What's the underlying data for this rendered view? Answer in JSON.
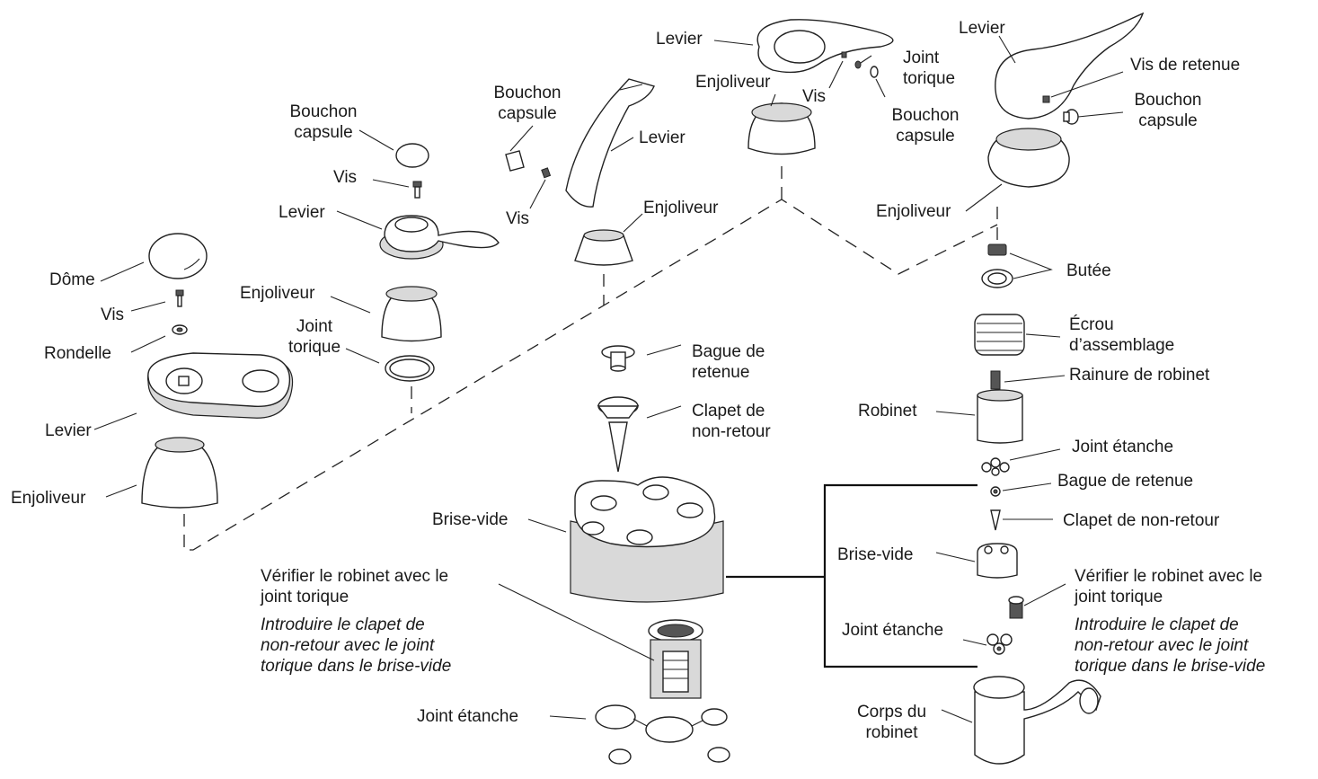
{
  "labels": {
    "dome": "Dôme",
    "a_vis": "Vis",
    "a_rondelle": "Rondelle",
    "a_levier": "Levier",
    "a_enjoliveur": "Enjoliveur",
    "b_bouchon_1": "Bouchon",
    "b_bouchon_2": "capsule",
    "b_vis": "Vis",
    "b_levier": "Levier",
    "b_enjoliveur": "Enjoliveur",
    "b_joint_1": "Joint",
    "b_joint_2": "torique",
    "c_bouchon_1": "Bouchon",
    "c_bouchon_2": "capsule",
    "c_vis": "Vis",
    "c_levier": "Levier",
    "c_enjoliveur": "Enjoliveur",
    "d_levier": "Levier",
    "d_enjoliveur": "Enjoliveur",
    "d_vis": "Vis",
    "d_joint_1": "Joint",
    "d_joint_2": "torique",
    "d_bouchon_1": "Bouchon",
    "d_bouchon_2": "capsule",
    "e_levier": "Levier",
    "e_vis_retenue": "Vis de retenue",
    "e_bouchon_1": "Bouchon",
    "e_bouchon_2": "capsule",
    "e_enjoliveur": "Enjoliveur",
    "butee": "Butée",
    "ecrou_1": "Écrou",
    "ecrou_2": "d’assemblage",
    "rainure": "Rainure de robinet",
    "robinet": "Robinet",
    "r_joint_etanche": "Joint étanche",
    "r_bague": "Bague de retenue",
    "r_clapet": "Clapet de non-retour",
    "r_brise_vide": "Brise-vide",
    "r_verifier_1": "Vérifier le robinet avec le",
    "r_verifier_2": "joint torique",
    "r_introduire_1": "Introduire le clapet de",
    "r_introduire_2": "non-retour avec le joint",
    "r_introduire_3": "torique dans le brise-vide",
    "r_joint_etanche_2": "Joint étanche",
    "corps_1": "Corps du",
    "corps_2": "robinet",
    "m_bague_1": "Bague de",
    "m_bague_2": "retenue",
    "m_clapet_1": "Clapet de",
    "m_clapet_2": "non-retour",
    "m_brise_vide": "Brise-vide",
    "m_verifier_1": "Vérifier le robinet avec le",
    "m_verifier_2": "joint torique",
    "m_introduire_1": "Introduire le clapet de",
    "m_introduire_2": "non-retour avec le joint",
    "m_introduire_3": "torique dans le brise-vide",
    "m_joint_etanche": "Joint étanche"
  }
}
